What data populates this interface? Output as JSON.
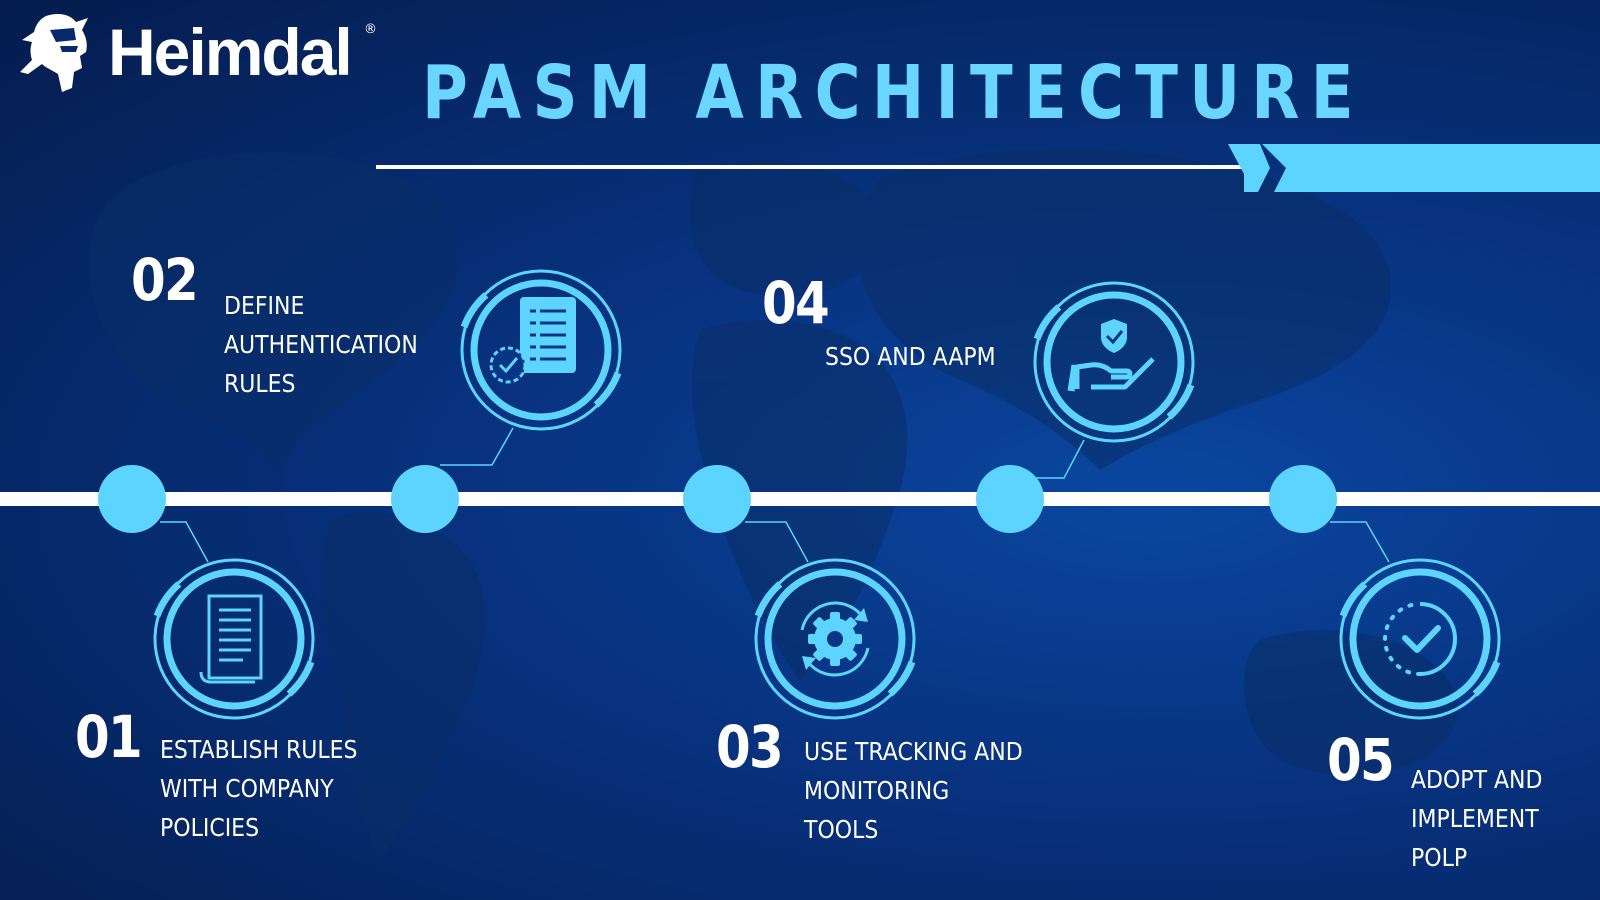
{
  "brand": {
    "name": "Heimdal",
    "registered_mark": "®",
    "logo_icon": "viking-helmet-icon"
  },
  "title": "PASM ARCHITECTURE",
  "colors": {
    "background": "#062a6c",
    "accent": "#5cd4ff",
    "title": "#6ad6ff",
    "text": "#ffffff"
  },
  "steps": [
    {
      "number": "01",
      "label": "ESTABLISH RULES\nWITH COMPANY\nPOLICIES",
      "icon": "scroll-document-icon",
      "position": "below"
    },
    {
      "number": "02",
      "label": "DEFINE\nAUTHENTICATION\nRULES",
      "icon": "checklist-approved-icon",
      "position": "above"
    },
    {
      "number": "03",
      "label": "USE TRACKING AND\nMONITORING\nTOOLS",
      "icon": "gear-refresh-icon",
      "position": "below"
    },
    {
      "number": "04",
      "label": "SSO AND AAPM",
      "icon": "hand-shield-icon",
      "position": "above"
    },
    {
      "number": "05",
      "label": "ADOPT AND\nIMPLEMENT\nPOLP",
      "icon": "progress-check-icon",
      "position": "below"
    }
  ]
}
